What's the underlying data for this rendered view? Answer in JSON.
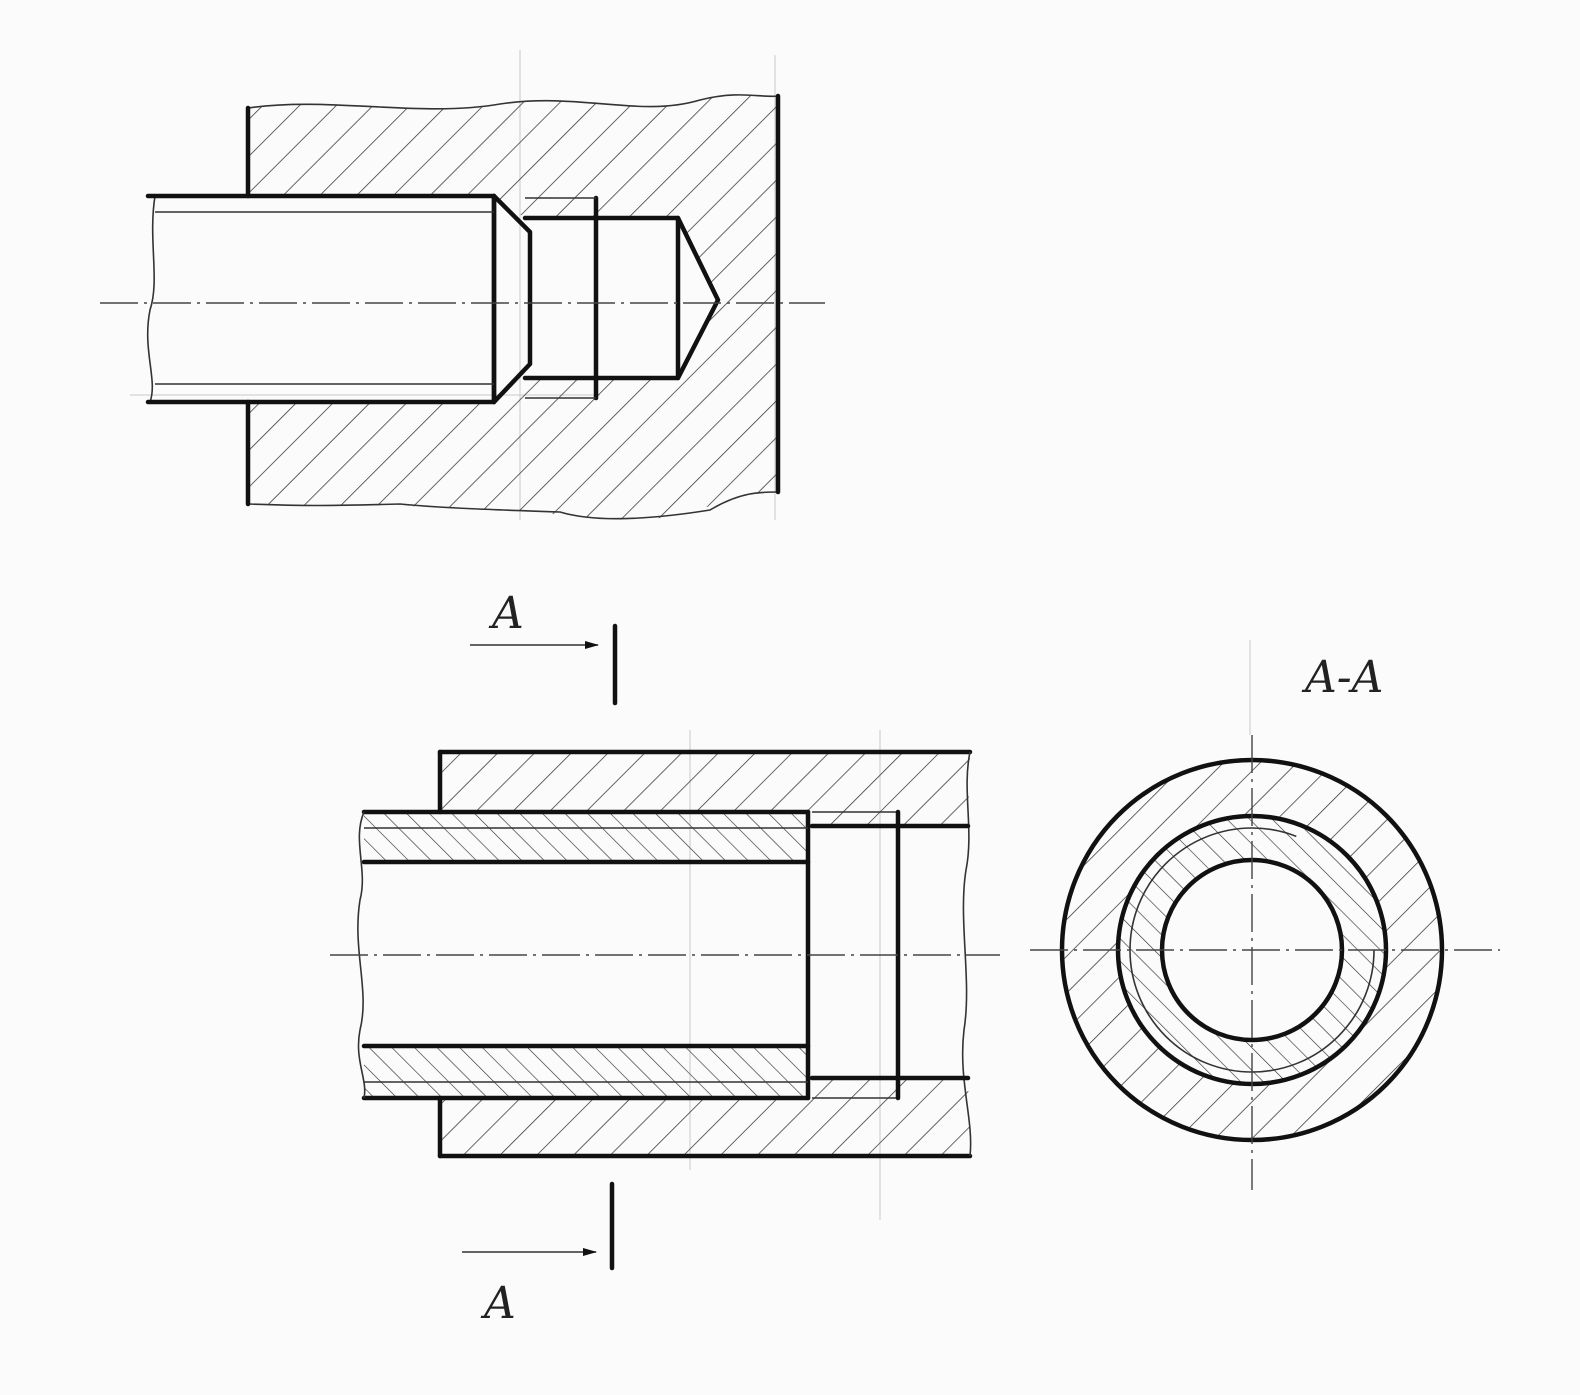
{
  "labels": {
    "section_mark_top": "A",
    "section_mark_bottom": "A",
    "section_title": "A-A"
  },
  "colors": {
    "ink": "#111111",
    "paper": "#fbfbfb",
    "hatch": "#333333"
  }
}
